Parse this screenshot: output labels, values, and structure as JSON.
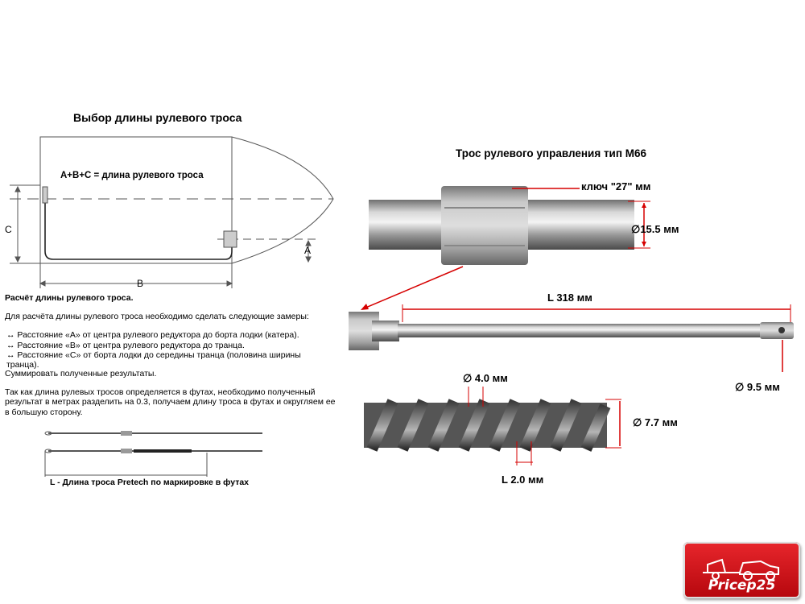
{
  "left": {
    "title": "Выбор длины рулевого троса",
    "formula": "A+B+C = длина рулевого троса",
    "label_a": "A",
    "label_b": "B",
    "label_c": "C",
    "calc_title": "Расчёт длины рулевого троса.",
    "intro": "Для расчёта длины рулевого троса необходимо сделать следующие замеры:",
    "bullets": [
      "↔ Расстояние «A» от центра рулевого редуктора до борта лодки (катера).",
      "↔ Расстояние «B» от центра рулевого редуктора до транца.",
      "↔ Расстояние «C» от борта лодки до середины транца (половина ширины транца)."
    ],
    "summary": "Суммировать полученные результаты.",
    "note": "Так как длина рулевых тросов определяется в футах, необходимо полученный результат в метрах разделить на 0.3, получаем длину троса в футах и округляем ее в большую сторону.",
    "caption": "L - Длина троса Pretech по маркировке в футах"
  },
  "right": {
    "title": "Трос рулевого управления тип M66",
    "wrench": "ключ \"27\" мм",
    "dia_tube": "∅15.5 мм",
    "length": "L 318 мм",
    "dia_rod": "∅ 9.5 мм",
    "dia_wire": "∅ 4.0 мм",
    "dia_coil": "∅ 7.7 мм",
    "pitch": "L 2.0 мм"
  },
  "logo": {
    "text": "Pricep25"
  }
}
